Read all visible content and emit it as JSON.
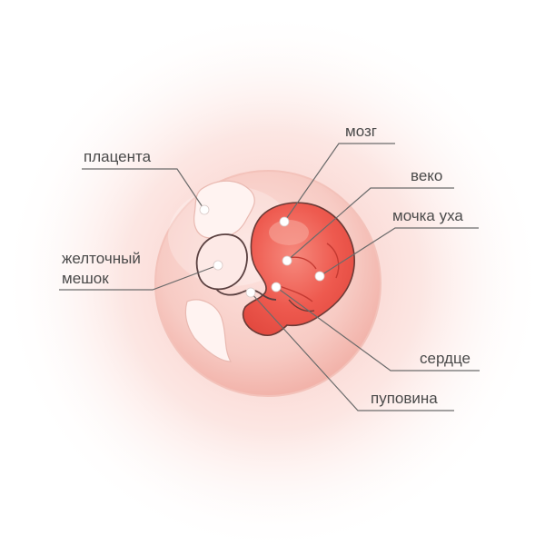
{
  "labels": {
    "placenta": "плацента",
    "brain": "мозг",
    "eyelid": "веко",
    "ear_lobe": "мочка уха",
    "yolk_sac_line1": "желточный",
    "yolk_sac_line2": "мешок",
    "heart": "сердце",
    "umbilical_cord": "пуповина"
  },
  "colors": {
    "glow": "#f7c6c0",
    "embryo": "#ee5a4f",
    "embryo_light": "#f7a79b",
    "outline": "#5a4040",
    "leader_line": "#6b6b6b",
    "marker": "#ffffff",
    "text": "#4a4a4a"
  }
}
